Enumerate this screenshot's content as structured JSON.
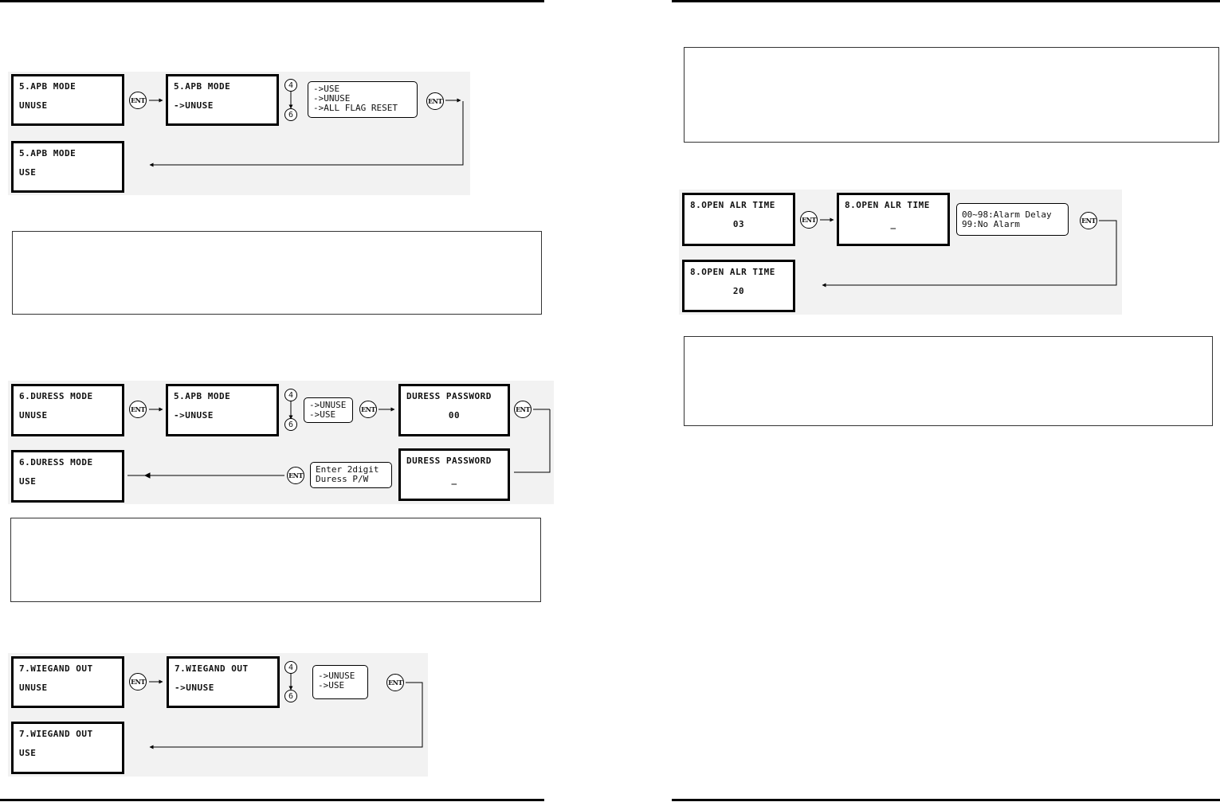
{
  "keys": {
    "ent": "ENT",
    "up": "4",
    "down": "6"
  },
  "apb": {
    "lcd1": {
      "title": "5.APB MODE",
      "value": "UNUSE"
    },
    "lcd2": {
      "title": "5.APB MODE",
      "value": "->UNUSE"
    },
    "options": [
      "->USE",
      "->UNUSE",
      "->ALL FLAG RESET"
    ],
    "lcd3": {
      "title": "5.APB MODE",
      "value": "USE"
    }
  },
  "duress": {
    "lcd1": {
      "title": "6.DURESS MODE",
      "value": "UNUSE"
    },
    "lcd2": {
      "title": "5.APB MODE",
      "value": "->UNUSE"
    },
    "options": [
      "->UNUSE",
      "->USE"
    ],
    "lcd3": {
      "title": "DURESS PASSWORD",
      "value": "00"
    },
    "lcd4": {
      "title": "DURESS PASSWORD",
      "value": "_"
    },
    "prompt": [
      "Enter 2digit",
      "Duress P/W"
    ],
    "lcd5": {
      "title": "6.DURESS MODE",
      "value": "USE"
    }
  },
  "wiegand": {
    "lcd1": {
      "title": "7.WIEGAND OUT",
      "value": "UNUSE"
    },
    "lcd2": {
      "title": "7.WIEGAND OUT",
      "value": "->UNUSE"
    },
    "options": [
      "->UNUSE",
      "->USE"
    ],
    "lcd3": {
      "title": "7.WIEGAND OUT",
      "value": "USE"
    }
  },
  "openalr": {
    "lcd1": {
      "title": "8.OPEN ALR TIME",
      "value": "03"
    },
    "lcd2": {
      "title": "8.OPEN ALR TIME",
      "value": "_"
    },
    "options": [
      "00~98:Alarm Delay",
      "99:No Alarm"
    ],
    "lcd3": {
      "title": "8.OPEN ALR TIME",
      "value": "20"
    }
  }
}
